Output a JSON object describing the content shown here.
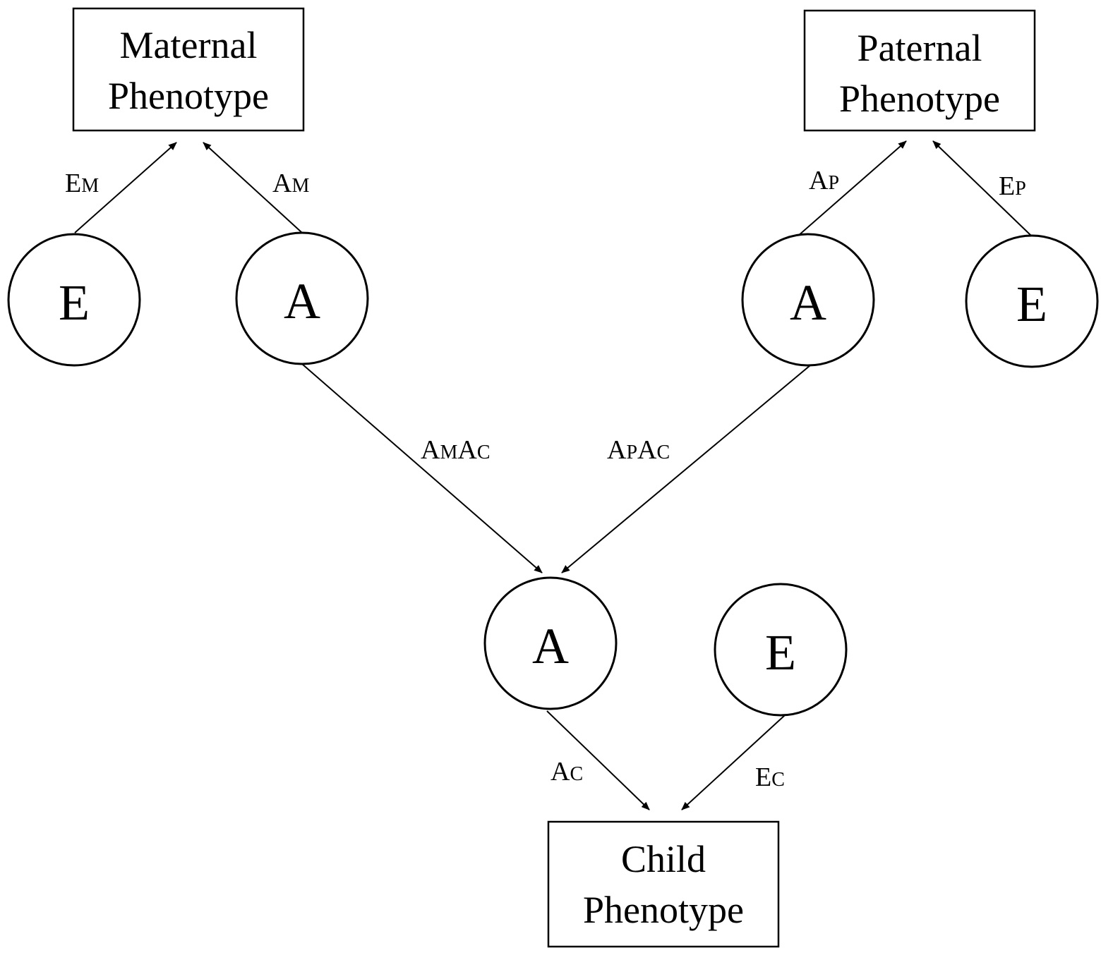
{
  "boxes": {
    "maternal": {
      "line1": "Maternal",
      "line2": "Phenotype"
    },
    "paternal": {
      "line1": "Paternal",
      "line2": "Phenotype"
    },
    "child": {
      "line1": "Child",
      "line2": "Phenotype"
    }
  },
  "nodes": {
    "maternal_e": "E",
    "maternal_a": "A",
    "paternal_a": "A",
    "paternal_e": "E",
    "child_a": "A",
    "child_e": "E"
  },
  "paths": {
    "em": {
      "base": "E",
      "sub": "M"
    },
    "am": {
      "base": "A",
      "sub": "M"
    },
    "ap": {
      "base": "A",
      "sub": "P"
    },
    "ep": {
      "base": "E",
      "sub": "P"
    },
    "amac": {
      "base1": "A",
      "sub1": "M",
      "base2": "A",
      "sub2": "C"
    },
    "apac": {
      "base1": "A",
      "sub1": "P",
      "base2": "A",
      "sub2": "C"
    },
    "ac": {
      "base": "A",
      "sub": "C"
    },
    "ec": {
      "base": "E",
      "sub": "C"
    }
  }
}
